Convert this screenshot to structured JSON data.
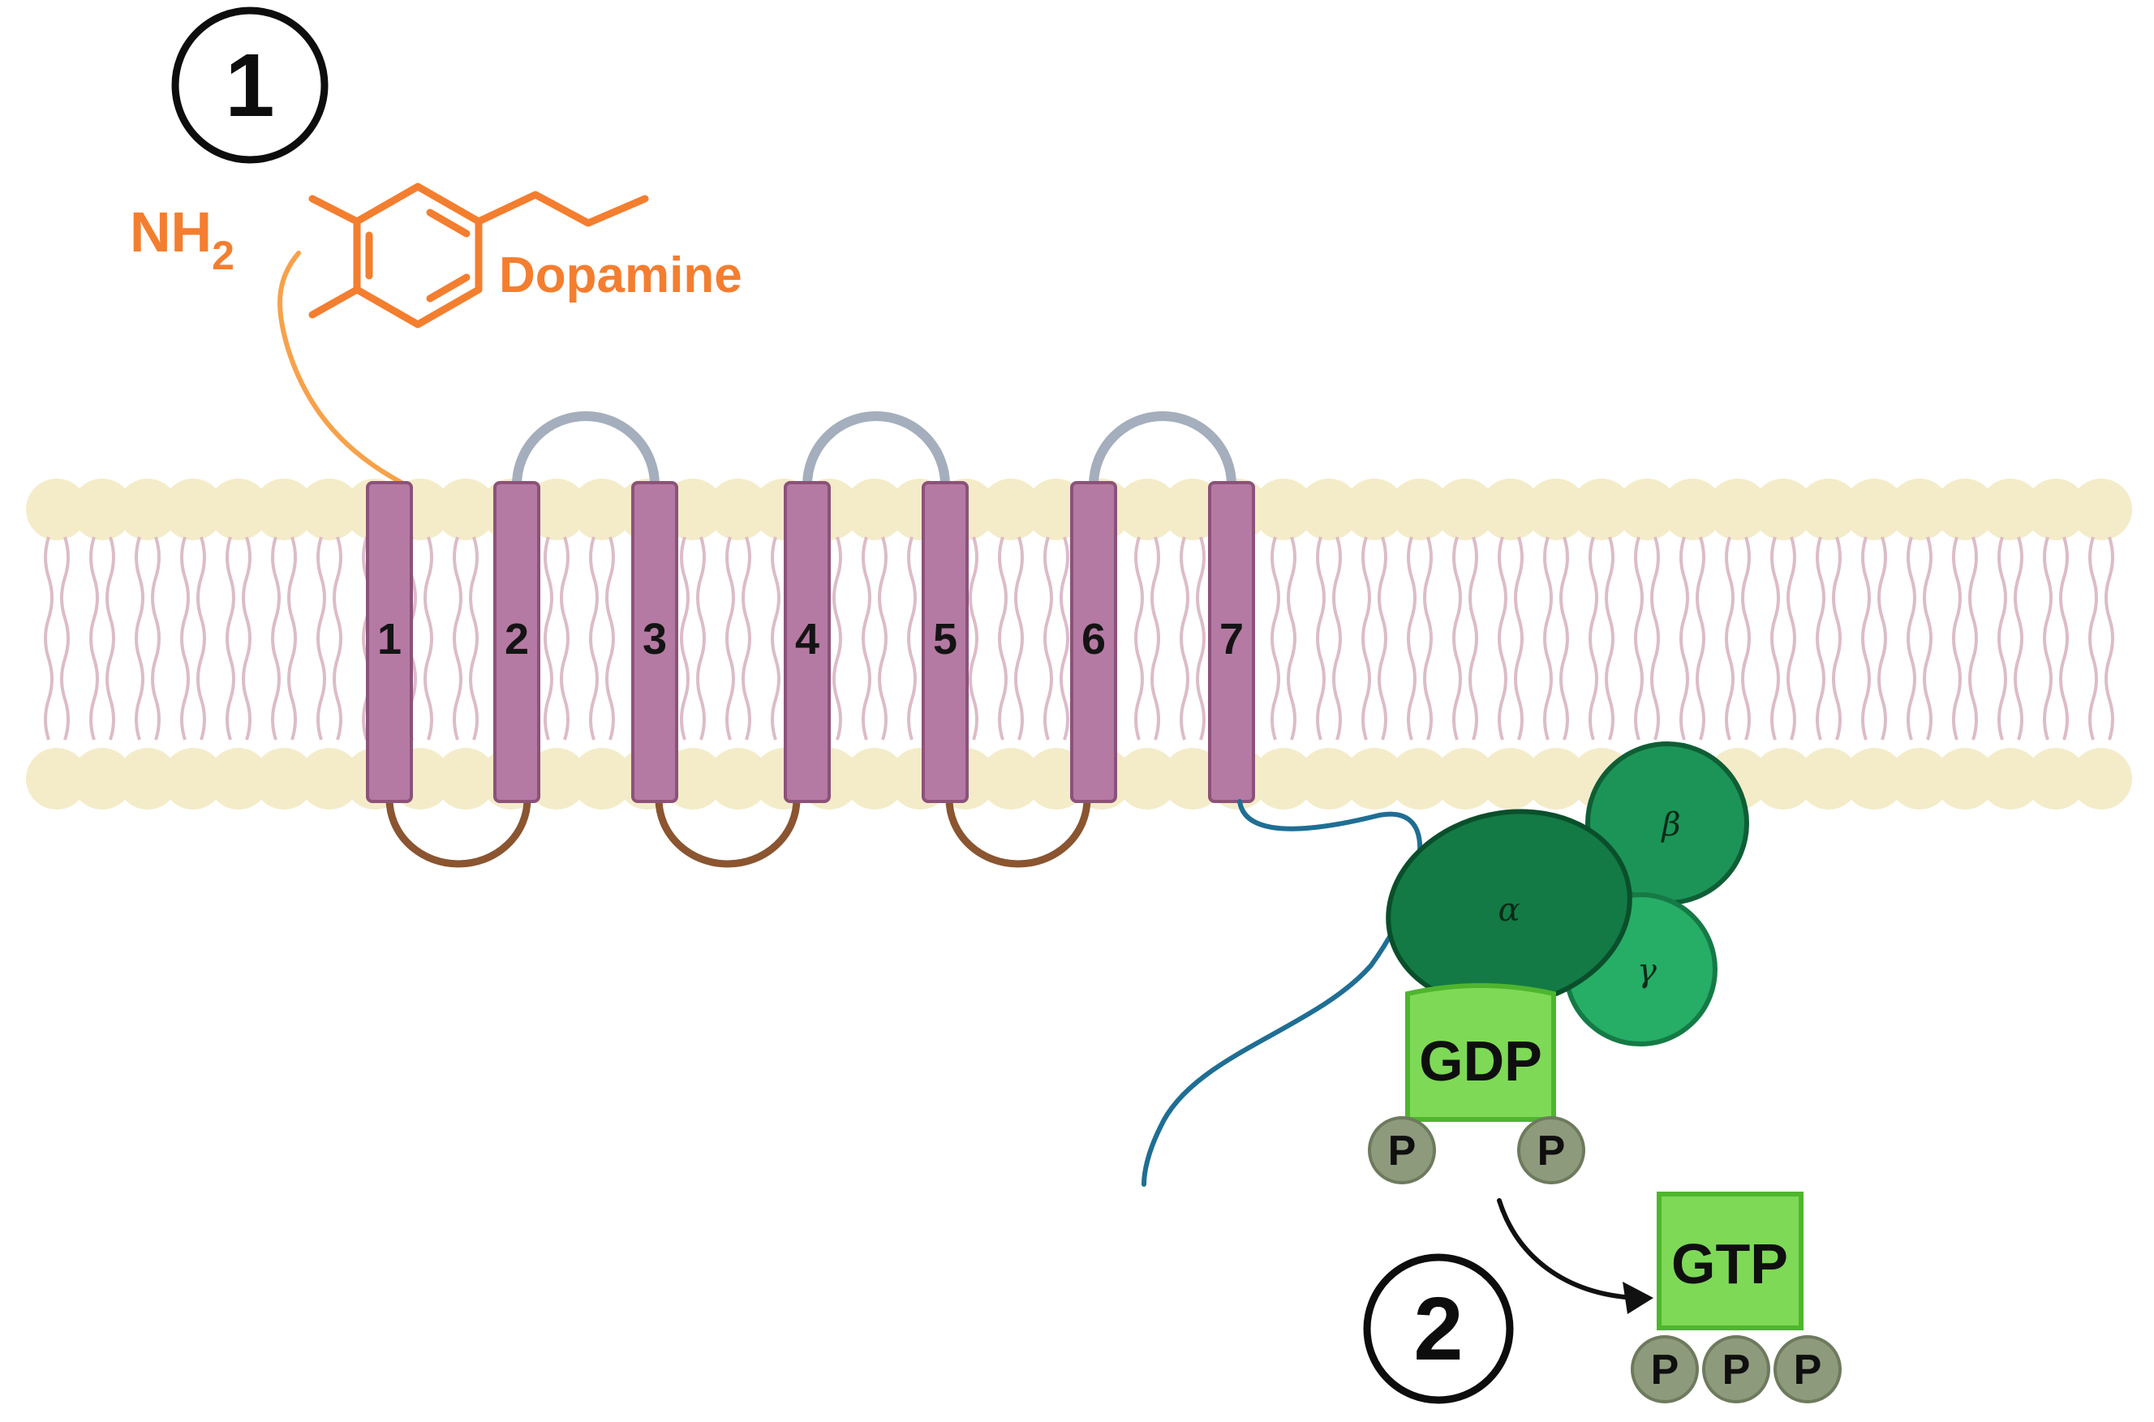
{
  "step_markers": [
    {
      "number": "1"
    },
    {
      "number": "2"
    }
  ],
  "ligand": {
    "amine": "NH",
    "amine_subscript": "2",
    "name": "Dopamine"
  },
  "receptor": {
    "helices": [
      "1",
      "2",
      "3",
      "4",
      "5",
      "6",
      "7"
    ]
  },
  "g_protein": {
    "alpha": "α",
    "beta": "β",
    "gamma": "γ"
  },
  "gdp": {
    "label": "GDP",
    "phosphates": [
      "P",
      "P"
    ]
  },
  "gtp": {
    "label": "GTP",
    "phosphates": [
      "P",
      "P",
      "P"
    ]
  },
  "colors": {
    "helix": "#b57aa3",
    "dopamine": "#f47e2f",
    "membrane_head": "#f4ecc9",
    "extracellular_loop": "#a4aebd",
    "intracellular_loop": "#8a5530",
    "c_terminal_tail": "#1f6e94",
    "alpha_subunit": "#137a45",
    "beta_subunit": "#1c9457",
    "gamma_subunit": "#26ad66",
    "nucleotide_box": "#7ed957",
    "phosphate": "#8e9a7c"
  }
}
